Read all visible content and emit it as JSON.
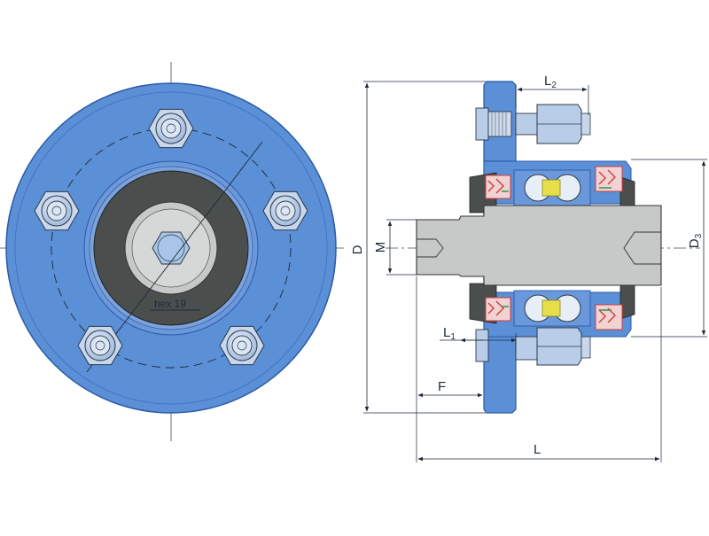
{
  "front_view": {
    "hex_label": "hex 19"
  },
  "section_view": {
    "dimensions": {
      "D": "D",
      "M": "M",
      "D3": {
        "main": "D",
        "sub": "3"
      },
      "L": "L",
      "L1": {
        "main": "L",
        "sub": "1"
      },
      "L2": {
        "main": "L",
        "sub": "2"
      },
      "F": "F"
    }
  },
  "colors": {
    "flange_blue": "#5b8fd6",
    "flange_edge": "#2a5aa8",
    "bolt_light": "#b9cde8",
    "dark_ring": "#4a4f4e",
    "shaft_grey": "#c7c9c8",
    "seal_red": "#d23b3b",
    "seal_green": "#3a9a5a",
    "ball_light": "#e8eef6",
    "cage_yellow": "#e6df4a"
  }
}
